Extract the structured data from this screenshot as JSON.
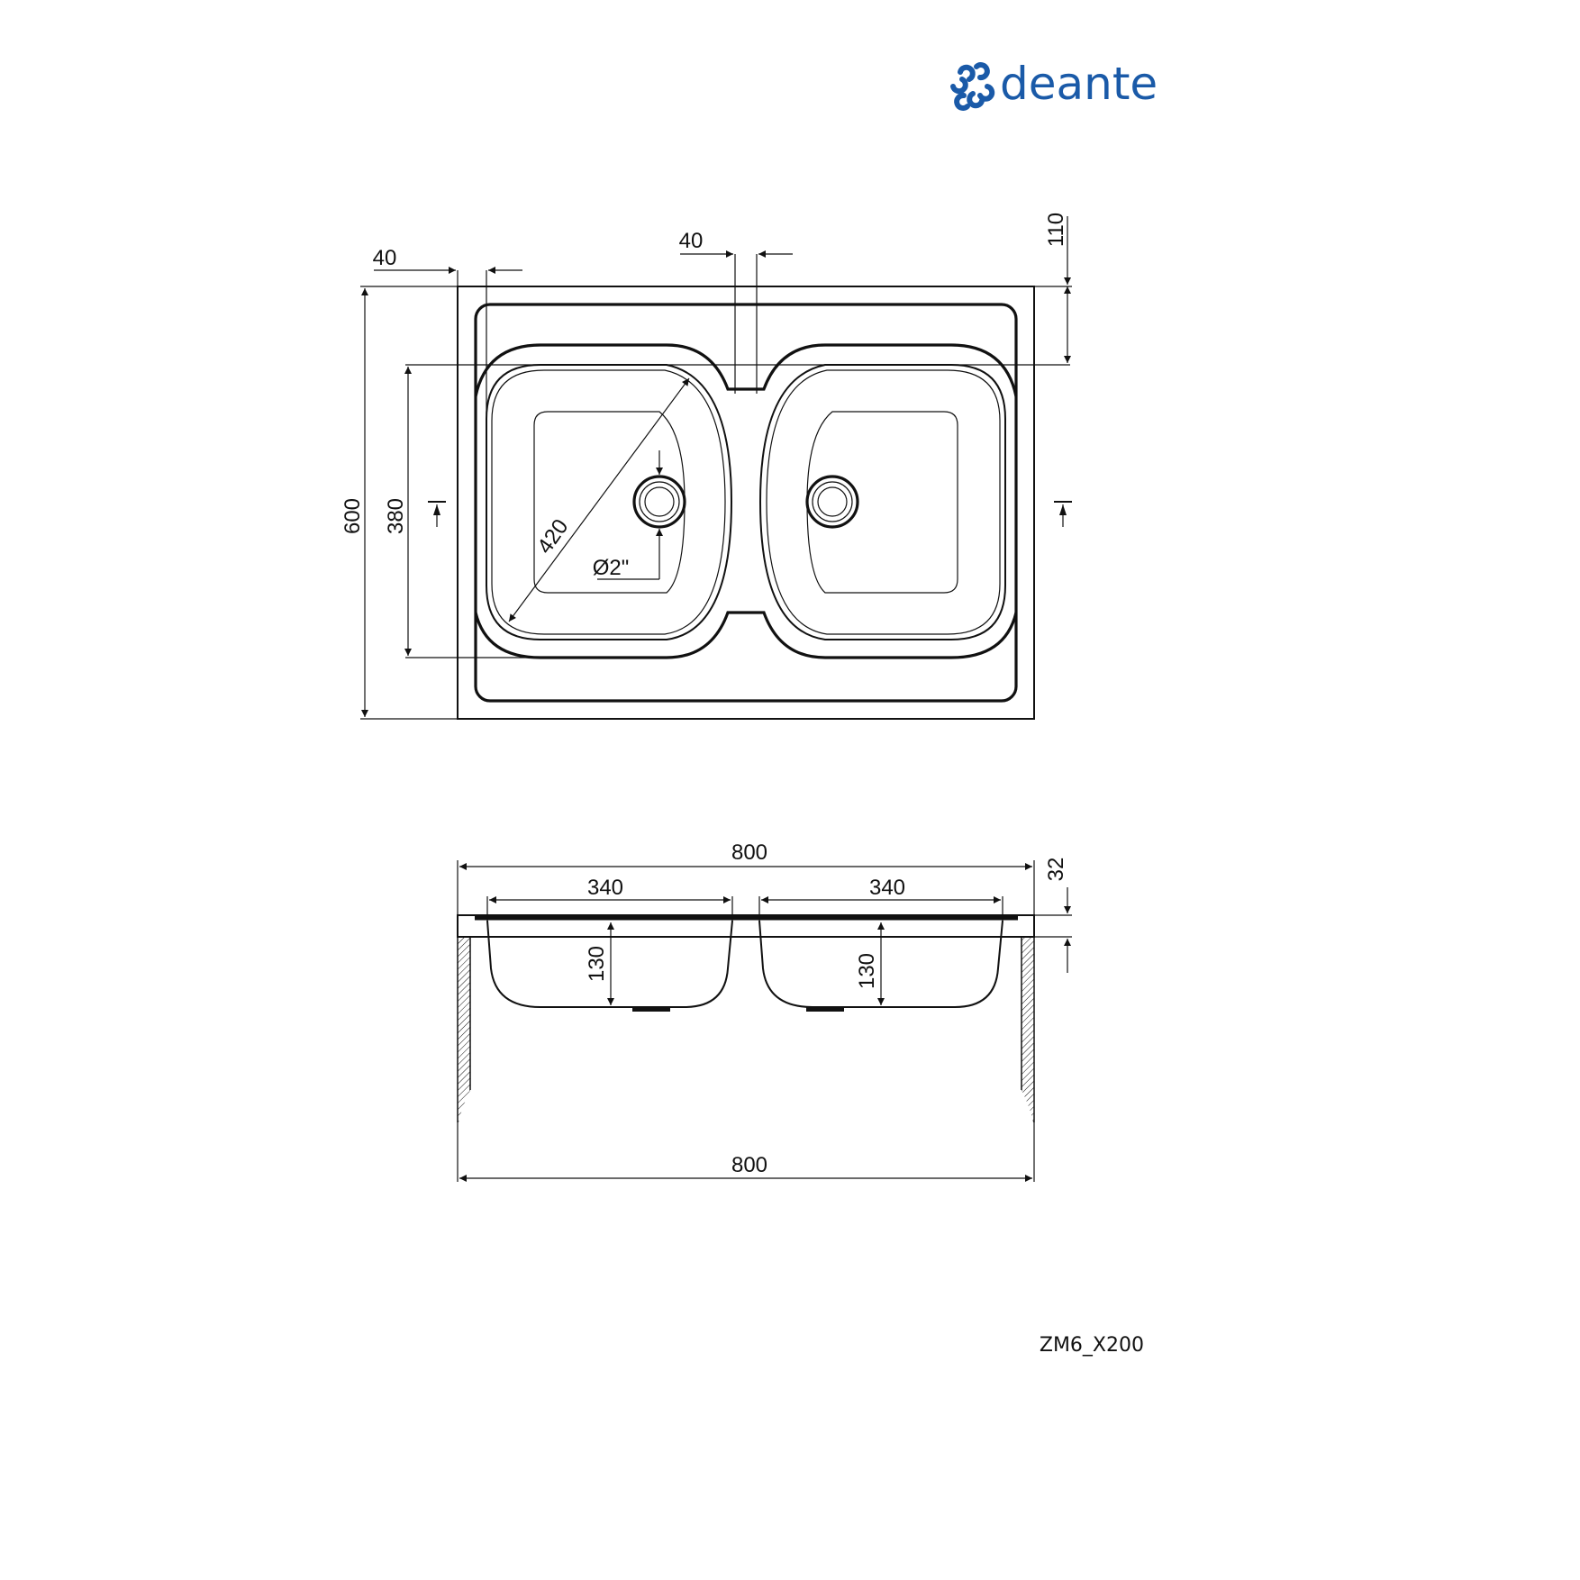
{
  "brand": {
    "name": "deante",
    "color": "#1a5aa8"
  },
  "product_code": "ZM6_X200",
  "top_view": {
    "dim_total_depth": "600",
    "dim_bowl_depth": "380",
    "dim_left_margin": "40",
    "dim_center_divider": "40",
    "dim_back_margin": "110",
    "dim_bowl_diagonal": "420",
    "dim_drain": "Ø2\""
  },
  "side_view": {
    "dim_total_width_top": "800",
    "dim_bowl_width_left": "340",
    "dim_bowl_width_right": "340",
    "dim_bowl_depth_left": "130",
    "dim_bowl_depth_right": "130",
    "dim_rim_height": "32",
    "dim_total_width_bottom": "800"
  }
}
